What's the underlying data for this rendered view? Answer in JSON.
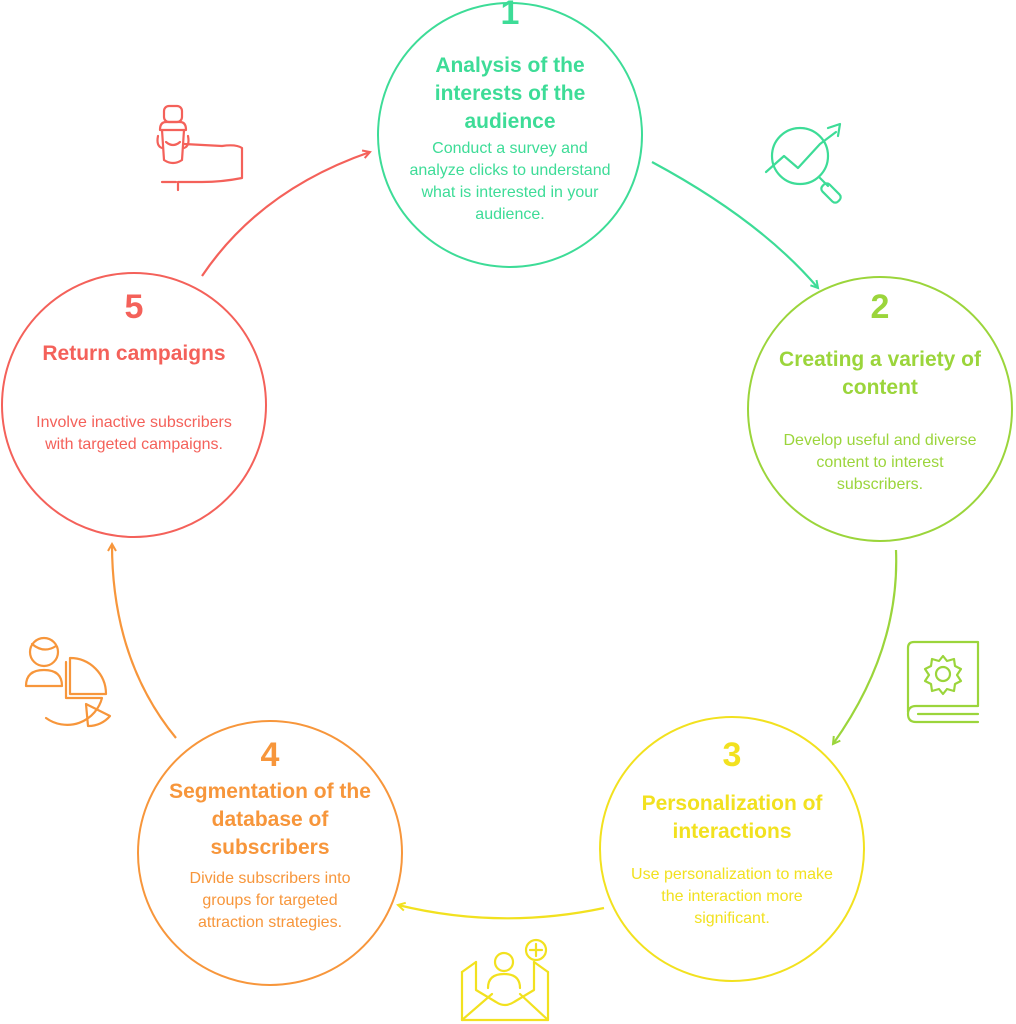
{
  "steps": [
    {
      "number": "1",
      "title": "Analysis of the interests of the audience",
      "description": "Conduct a survey and analyze clicks to understand what is interested in your audience.",
      "color": "#3ddc97",
      "icon": "analytics-magnifier-icon"
    },
    {
      "number": "2",
      "title": "Creating a variety of content",
      "description": "Develop useful and diverse content to interest subscribers.",
      "color": "#9bd53b",
      "icon": "gear-book-icon"
    },
    {
      "number": "3",
      "title": "Personalization of interactions",
      "description": "Use personalization to make the interaction more significant.",
      "color": "#f2e11f",
      "icon": "envelope-add-user-icon"
    },
    {
      "number": "4",
      "title": "Segmentation of the database of subscribers",
      "description": "Divide subscribers into groups for targeted attraction strategies.",
      "color": "#f7963b",
      "icon": "user-pie-chart-icon"
    },
    {
      "number": "5",
      "title": "Return campaigns",
      "description": "Involve inactive subscribers with targeted campaigns.",
      "color": "#f4615a",
      "icon": "hand-holding-ice-cream-icon"
    }
  ]
}
